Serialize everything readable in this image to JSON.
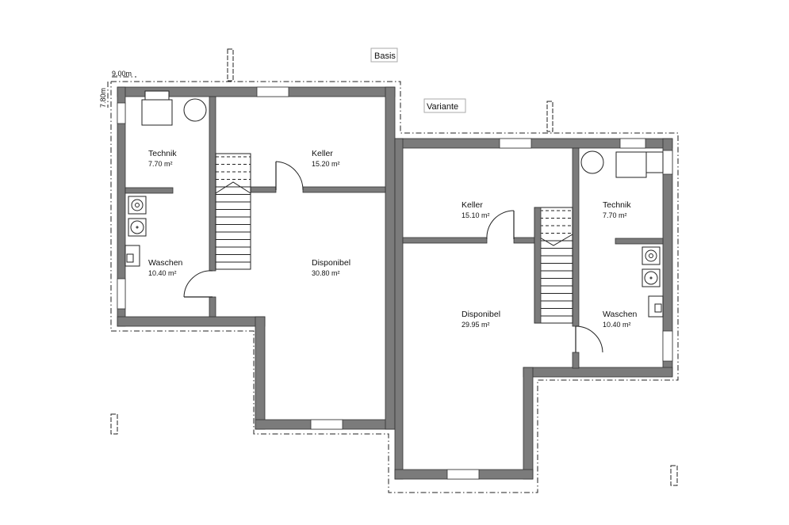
{
  "labels": {
    "basis": "Basis",
    "variante": "Variante",
    "dim_width": "9.00m",
    "dim_height": "7.80m"
  },
  "rooms": {
    "basis_technik": {
      "name": "Technik",
      "area": "7.70 m²"
    },
    "basis_keller": {
      "name": "Keller",
      "area": "15.20 m²"
    },
    "basis_waschen": {
      "name": "Waschen",
      "area": "10.40 m²"
    },
    "basis_disponibel": {
      "name": "Disponibel",
      "area": "30.80 m²"
    },
    "var_keller": {
      "name": "Keller",
      "area": "15.10 m²"
    },
    "var_technik": {
      "name": "Technik",
      "area": "7.70 m²"
    },
    "var_disponibel": {
      "name": "Disponibel",
      "area": "29.95 m²"
    },
    "var_waschen": {
      "name": "Waschen",
      "area": "10.40 m²"
    }
  },
  "colors": {
    "wall": "#7b7b7b",
    "line": "#222222"
  }
}
